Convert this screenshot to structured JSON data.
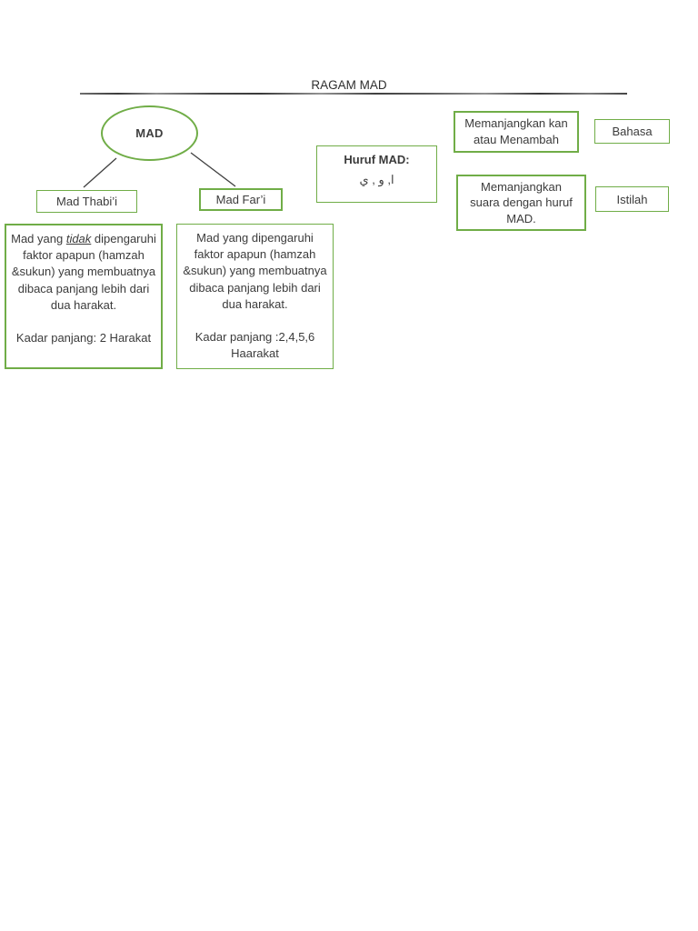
{
  "title": "RAGAM MAD",
  "root": {
    "label": "MAD"
  },
  "thabi": {
    "label": "Mad Thabi’i",
    "desc_prefix": "Mad yang ",
    "desc_emphasis": "tidak",
    "desc_rest": " dipengaruhi faktor apapun (hamzah &sukun) yang membuatnya dibaca panjang lebih dari dua harakat.",
    "kadar": "Kadar panjang: 2 Harakat"
  },
  "fari": {
    "label": "Mad Far’i",
    "desc": "Mad yang dipengaruhi faktor apapun (hamzah &sukun) yang membuatnya dibaca panjang lebih dari dua harakat.",
    "kadar": "Kadar panjang :2,4,5,6 Haarakat"
  },
  "huruf": {
    "label": "Huruf MAD:",
    "letters": "ا, و , ي"
  },
  "bahasa": {
    "definition": "Memanjangkan kan atau Menambah",
    "label": "Bahasa"
  },
  "istilah": {
    "definition": "Memanjangkan suara dengan huruf MAD.",
    "label": "Istilah"
  },
  "colors": {
    "accent_green": "#70AD47",
    "text": "#3b3b3b",
    "connector": "#404040"
  }
}
